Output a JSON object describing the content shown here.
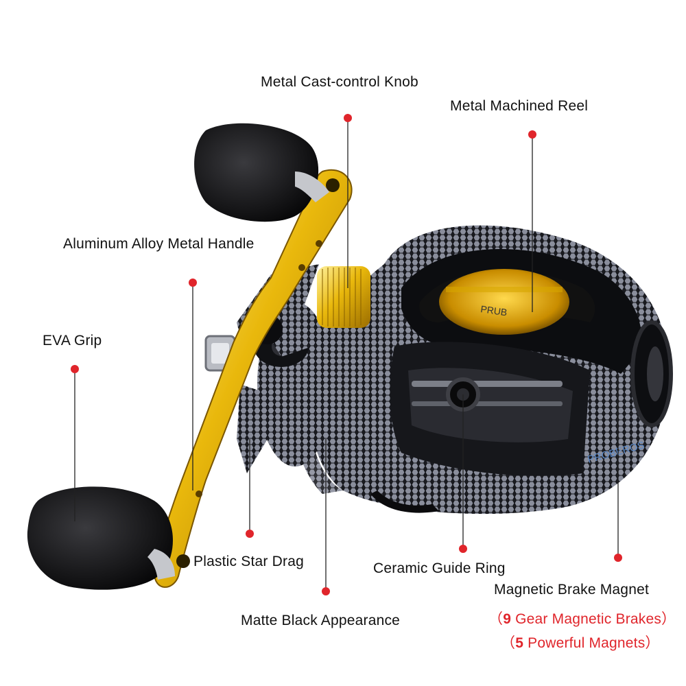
{
  "labels": {
    "knob": "Metal Cast-control Knob",
    "reel": "Metal Machined  Reel",
    "handle": "Aluminum Alloy Metal Handle",
    "grip": "EVA Grip",
    "star_drag": "Plastic Star Drag",
    "guide_ring": "Ceramic Guide Ring",
    "appearance": "Matte Black Appearance",
    "brake": "Magnetic Brake Magnet"
  },
  "brake_details": {
    "gears": {
      "open": "（",
      "number": "9",
      "text": " Gear Magnetic Brakes）"
    },
    "magnets": {
      "open": "（",
      "number": "5",
      "text": " Powerful Magnets）"
    }
  },
  "product_text": {
    "brand": "PROBEROS",
    "spool_text": "PRUB"
  },
  "colors": {
    "callout": "#e0252b",
    "handle_gold": "#e6b40a",
    "body": "#1c1d22"
  }
}
